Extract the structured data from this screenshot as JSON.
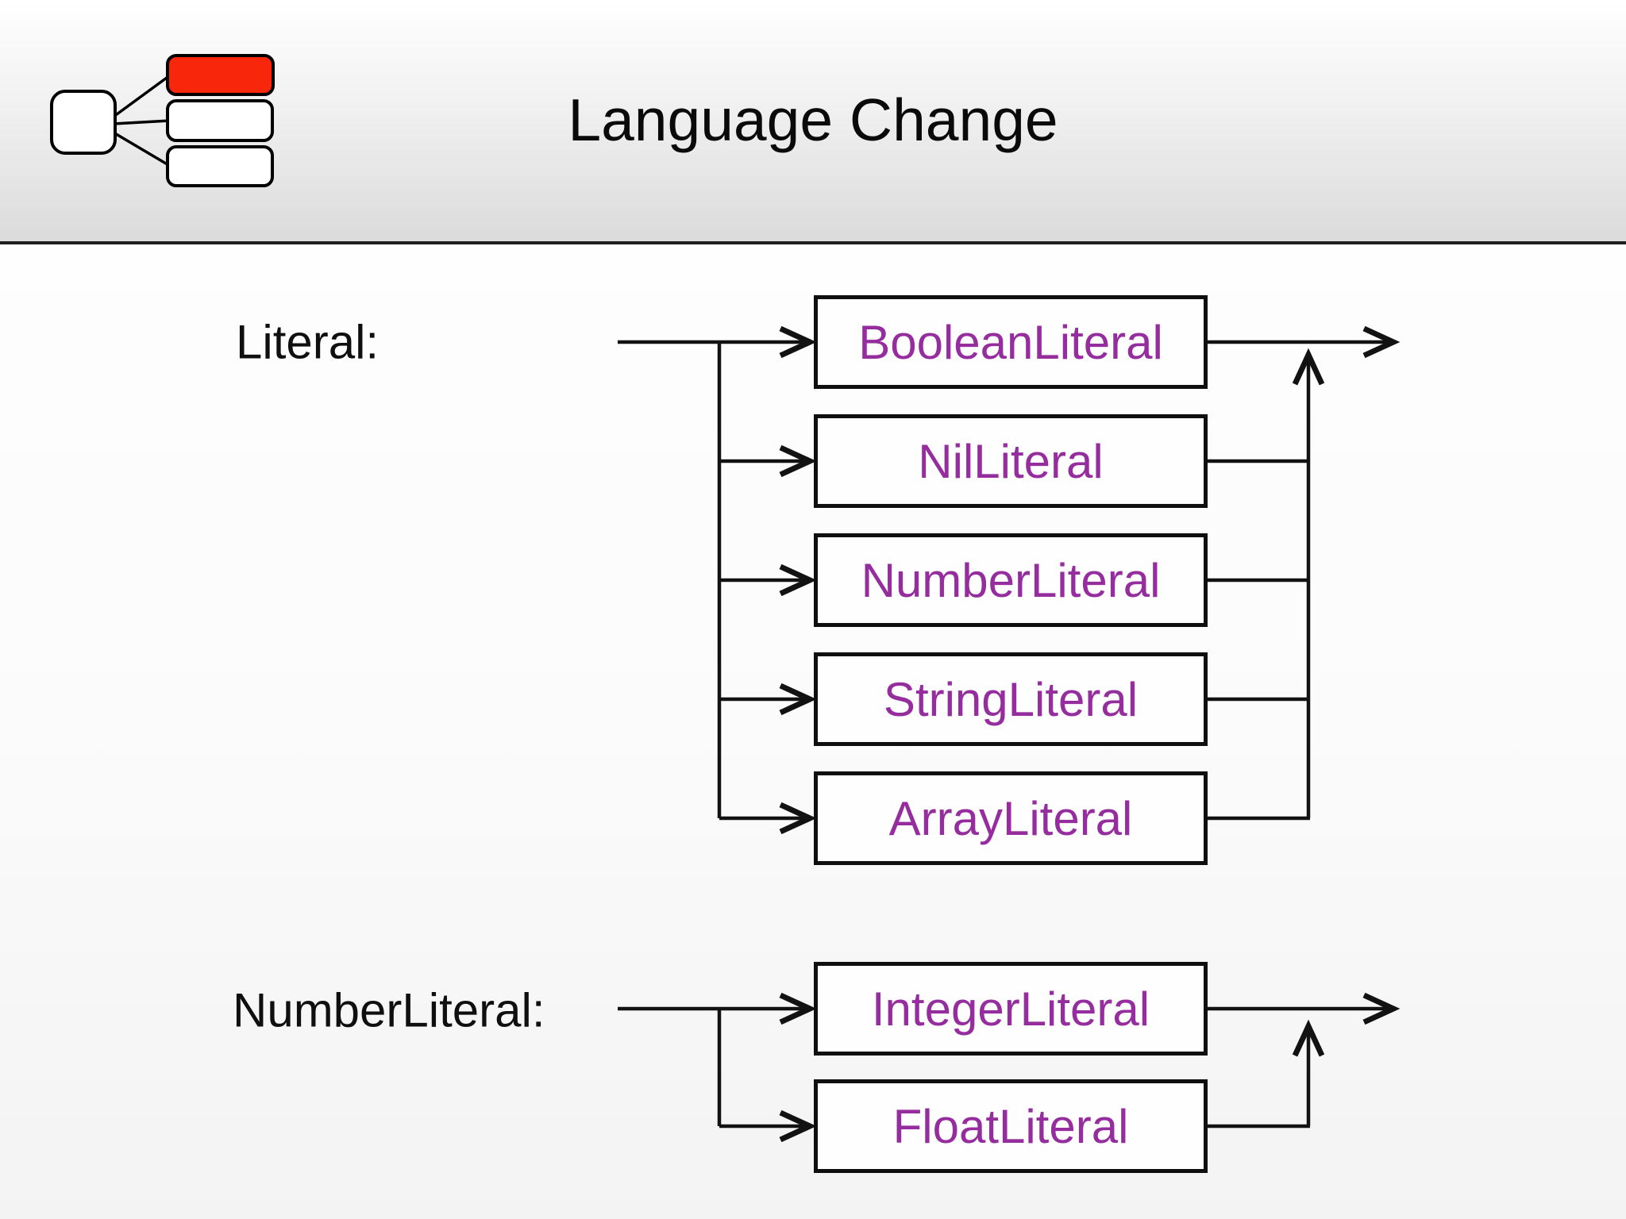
{
  "slide": {
    "title": "Language Change"
  },
  "logo": {
    "name": "node-diagram-logo",
    "highlight_color": "#F8270C",
    "node_fill": "#ffffff",
    "outline_color": "#000000"
  },
  "colors": {
    "rule_text": "#952D9E",
    "line": "#121212",
    "header_border": "#1f1f1f"
  },
  "diagrams": [
    {
      "label": "Literal:",
      "alternatives": [
        "BooleanLiteral",
        "NilLiteral",
        "NumberLiteral",
        "StringLiteral",
        "ArrayLiteral"
      ]
    },
    {
      "label": "NumberLiteral:",
      "alternatives": [
        "IntegerLiteral",
        "FloatLiteral"
      ]
    }
  ]
}
